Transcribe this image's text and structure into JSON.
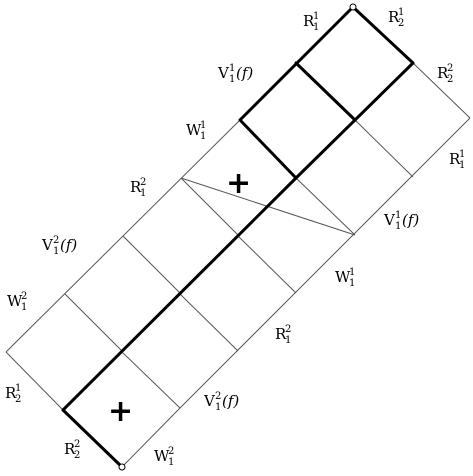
{
  "labels": {
    "top_left_R11": {
      "base": "R",
      "sub": "1",
      "sup": "1",
      "suffix": ""
    },
    "top_right_R21": {
      "base": "R",
      "sub": "2",
      "sup": "1",
      "suffix": ""
    },
    "right_R22": {
      "base": "R",
      "sub": "2",
      "sup": "2",
      "suffix": ""
    },
    "right_R11": {
      "base": "R",
      "sub": "1",
      "sup": "1",
      "suffix": ""
    },
    "right_V11f": {
      "base": "V",
      "sub": "1",
      "sup": "1",
      "suffix": "(f)"
    },
    "right_W11": {
      "base": "W",
      "sub": "1",
      "sup": "1",
      "suffix": ""
    },
    "right_R12": {
      "base": "R",
      "sub": "1",
      "sup": "2",
      "suffix": ""
    },
    "right_V12f": {
      "base": "V",
      "sub": "1",
      "sup": "2",
      "suffix": "(f)"
    },
    "bottom_W12": {
      "base": "W",
      "sub": "1",
      "sup": "2",
      "suffix": ""
    },
    "bottom_R22": {
      "base": "R",
      "sub": "2",
      "sup": "2",
      "suffix": ""
    },
    "left_R21": {
      "base": "R",
      "sub": "2",
      "sup": "1",
      "suffix": ""
    },
    "left_W12": {
      "base": "W",
      "sub": "1",
      "sup": "2",
      "suffix": ""
    },
    "left_V12f": {
      "base": "V",
      "sub": "1",
      "sup": "2",
      "suffix": "(f)"
    },
    "left_R12": {
      "base": "R",
      "sub": "1",
      "sup": "2",
      "suffix": ""
    },
    "left_W11": {
      "base": "W",
      "sub": "1",
      "sup": "1",
      "suffix": ""
    },
    "left_V11f": {
      "base": "V",
      "sub": "1",
      "sup": "1",
      "suffix": "(f)"
    }
  },
  "plus_upper": "+",
  "plus_lower": "+"
}
